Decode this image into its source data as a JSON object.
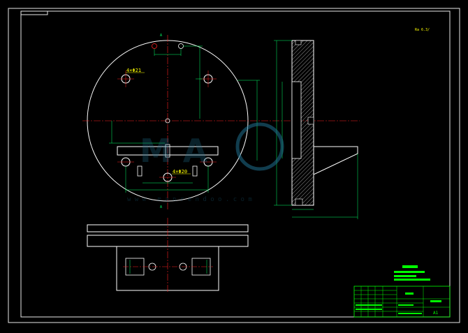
{
  "drawing": {
    "colors": {
      "background": "#000000",
      "border": "#e8e8e8",
      "outline": "#ffffff",
      "center_line": "#ff2020",
      "dimension": "#00ff66",
      "label_text": "#ffff00",
      "title_block": "#00ff00",
      "watermark": "#1f6f8f"
    },
    "labels": {
      "hole_spec_top": "4×Φ21",
      "hole_spec_bottom": "4×Φ20",
      "section_mark_top": "A",
      "section_mark_bottom": "A",
      "roughness_note": "Ra 6.3/",
      "watermark_text": "w w w . m a n r e n d o o . c o m"
    },
    "title_block": {
      "part_name": "",
      "drawing_no": "",
      "sheet_size": "A1"
    }
  }
}
